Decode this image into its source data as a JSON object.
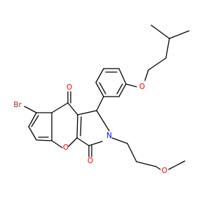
{
  "molecule": {
    "atom_labels": {
      "bromine": "Br",
      "ketone_oxygen": "O",
      "lactam_oxygen": "O",
      "ring_oxygen": "O",
      "nitrogen": "N",
      "ether_oxygen_top": "O",
      "ether_oxygen_chain": "O"
    }
  },
  "colors": {
    "bond": "#000000",
    "bromine": "#a52a2a",
    "oxygen": "#ff0000",
    "nitrogen": "#0000ff"
  }
}
